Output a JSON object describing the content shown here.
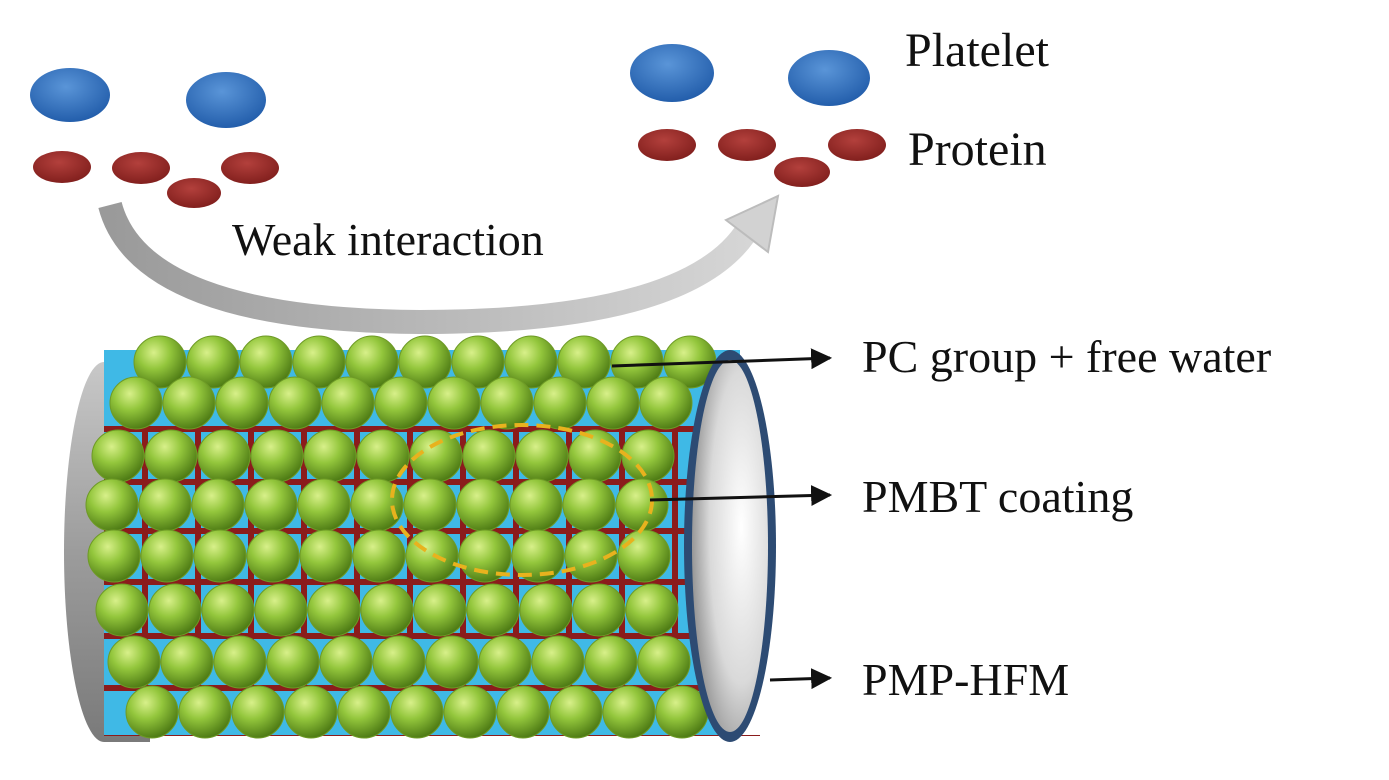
{
  "labels": {
    "platelet": "Platelet",
    "protein": "Protein",
    "weak_interaction": "Weak interaction",
    "pc_group": "PC group + free water",
    "pmbt_coating": "PMBT coating",
    "pmp_hfm": "PMP-HFM"
  },
  "colors": {
    "platelet": "#2f6fbf",
    "protein": "#9a2a28",
    "bead": "#8fc23a",
    "bead_dark": "#5f8f1e",
    "water": "#3fb9e6",
    "link": "#8b1c1c",
    "tube": "#a9a9a9",
    "tube_rim": "#2d4b73",
    "highlight": "#e8b21e",
    "arrow": "#b5b5b5"
  }
}
